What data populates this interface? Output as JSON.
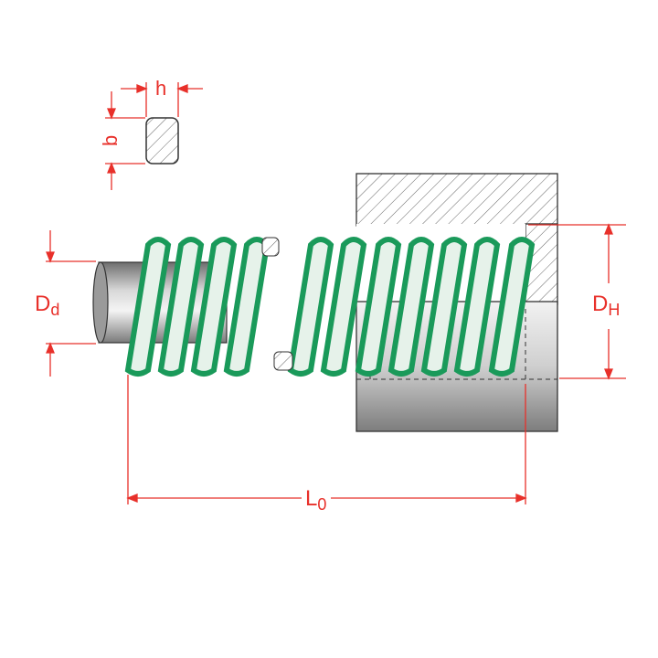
{
  "labels": {
    "h": "h",
    "b": "b",
    "dd_main": "D",
    "dd_sub": "d",
    "dh_main": "D",
    "dh_sub": "H",
    "l0_main": "L",
    "l0_sub": "0"
  },
  "colors": {
    "dimension": "#e8302a",
    "spring": "#1a9a5a",
    "steel": "#8a8a8a",
    "hatch": "#555555"
  }
}
